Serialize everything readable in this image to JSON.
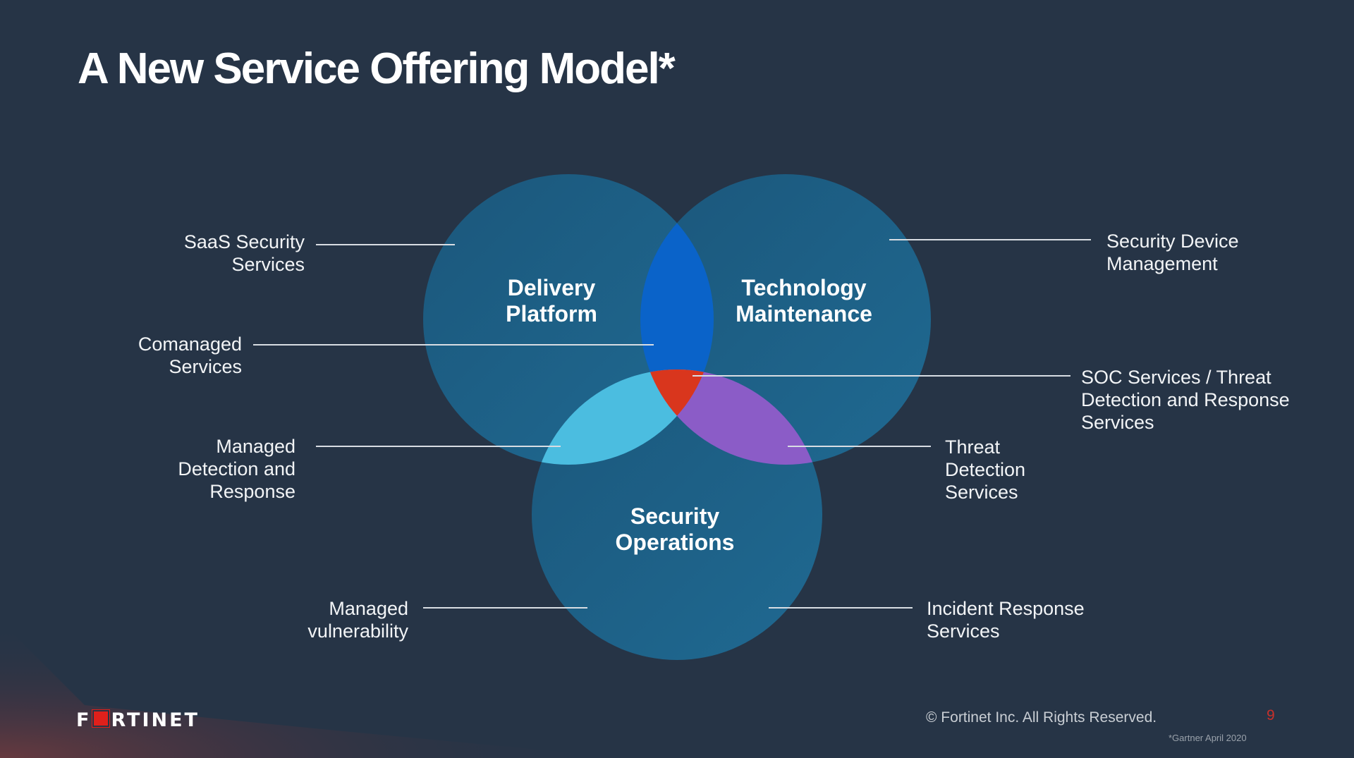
{
  "title": "A New Service Offering Model*",
  "circles": {
    "delivery": "Delivery\nPlatform",
    "technology": "Technology\nMaintenance",
    "security": "Security\nOperations"
  },
  "callouts": {
    "saas": "SaaS Security Services",
    "device": "Security Device Management",
    "comanaged": "Comanaged Services",
    "soc": "SOC Services / Threat Detection and Response Services",
    "mdr": "Managed Detection and Response",
    "threat": "Threat Detection Services",
    "vuln": "Managed vulnerability",
    "incident": "Incident Response Services"
  },
  "colors": {
    "circle": "#1b5f86",
    "dp_tm": "#0a63c9",
    "dp_so": "#4bbde0",
    "tm_so": "#8b5cc7",
    "all": "#d9361d"
  },
  "footer": {
    "logo": "FORTINET",
    "logo_left": "F",
    "logo_right": "RTINET",
    "copyright": "© Fortinet Inc. All Rights Reserved.",
    "page": "9",
    "note": "*Gartner April 2020"
  }
}
